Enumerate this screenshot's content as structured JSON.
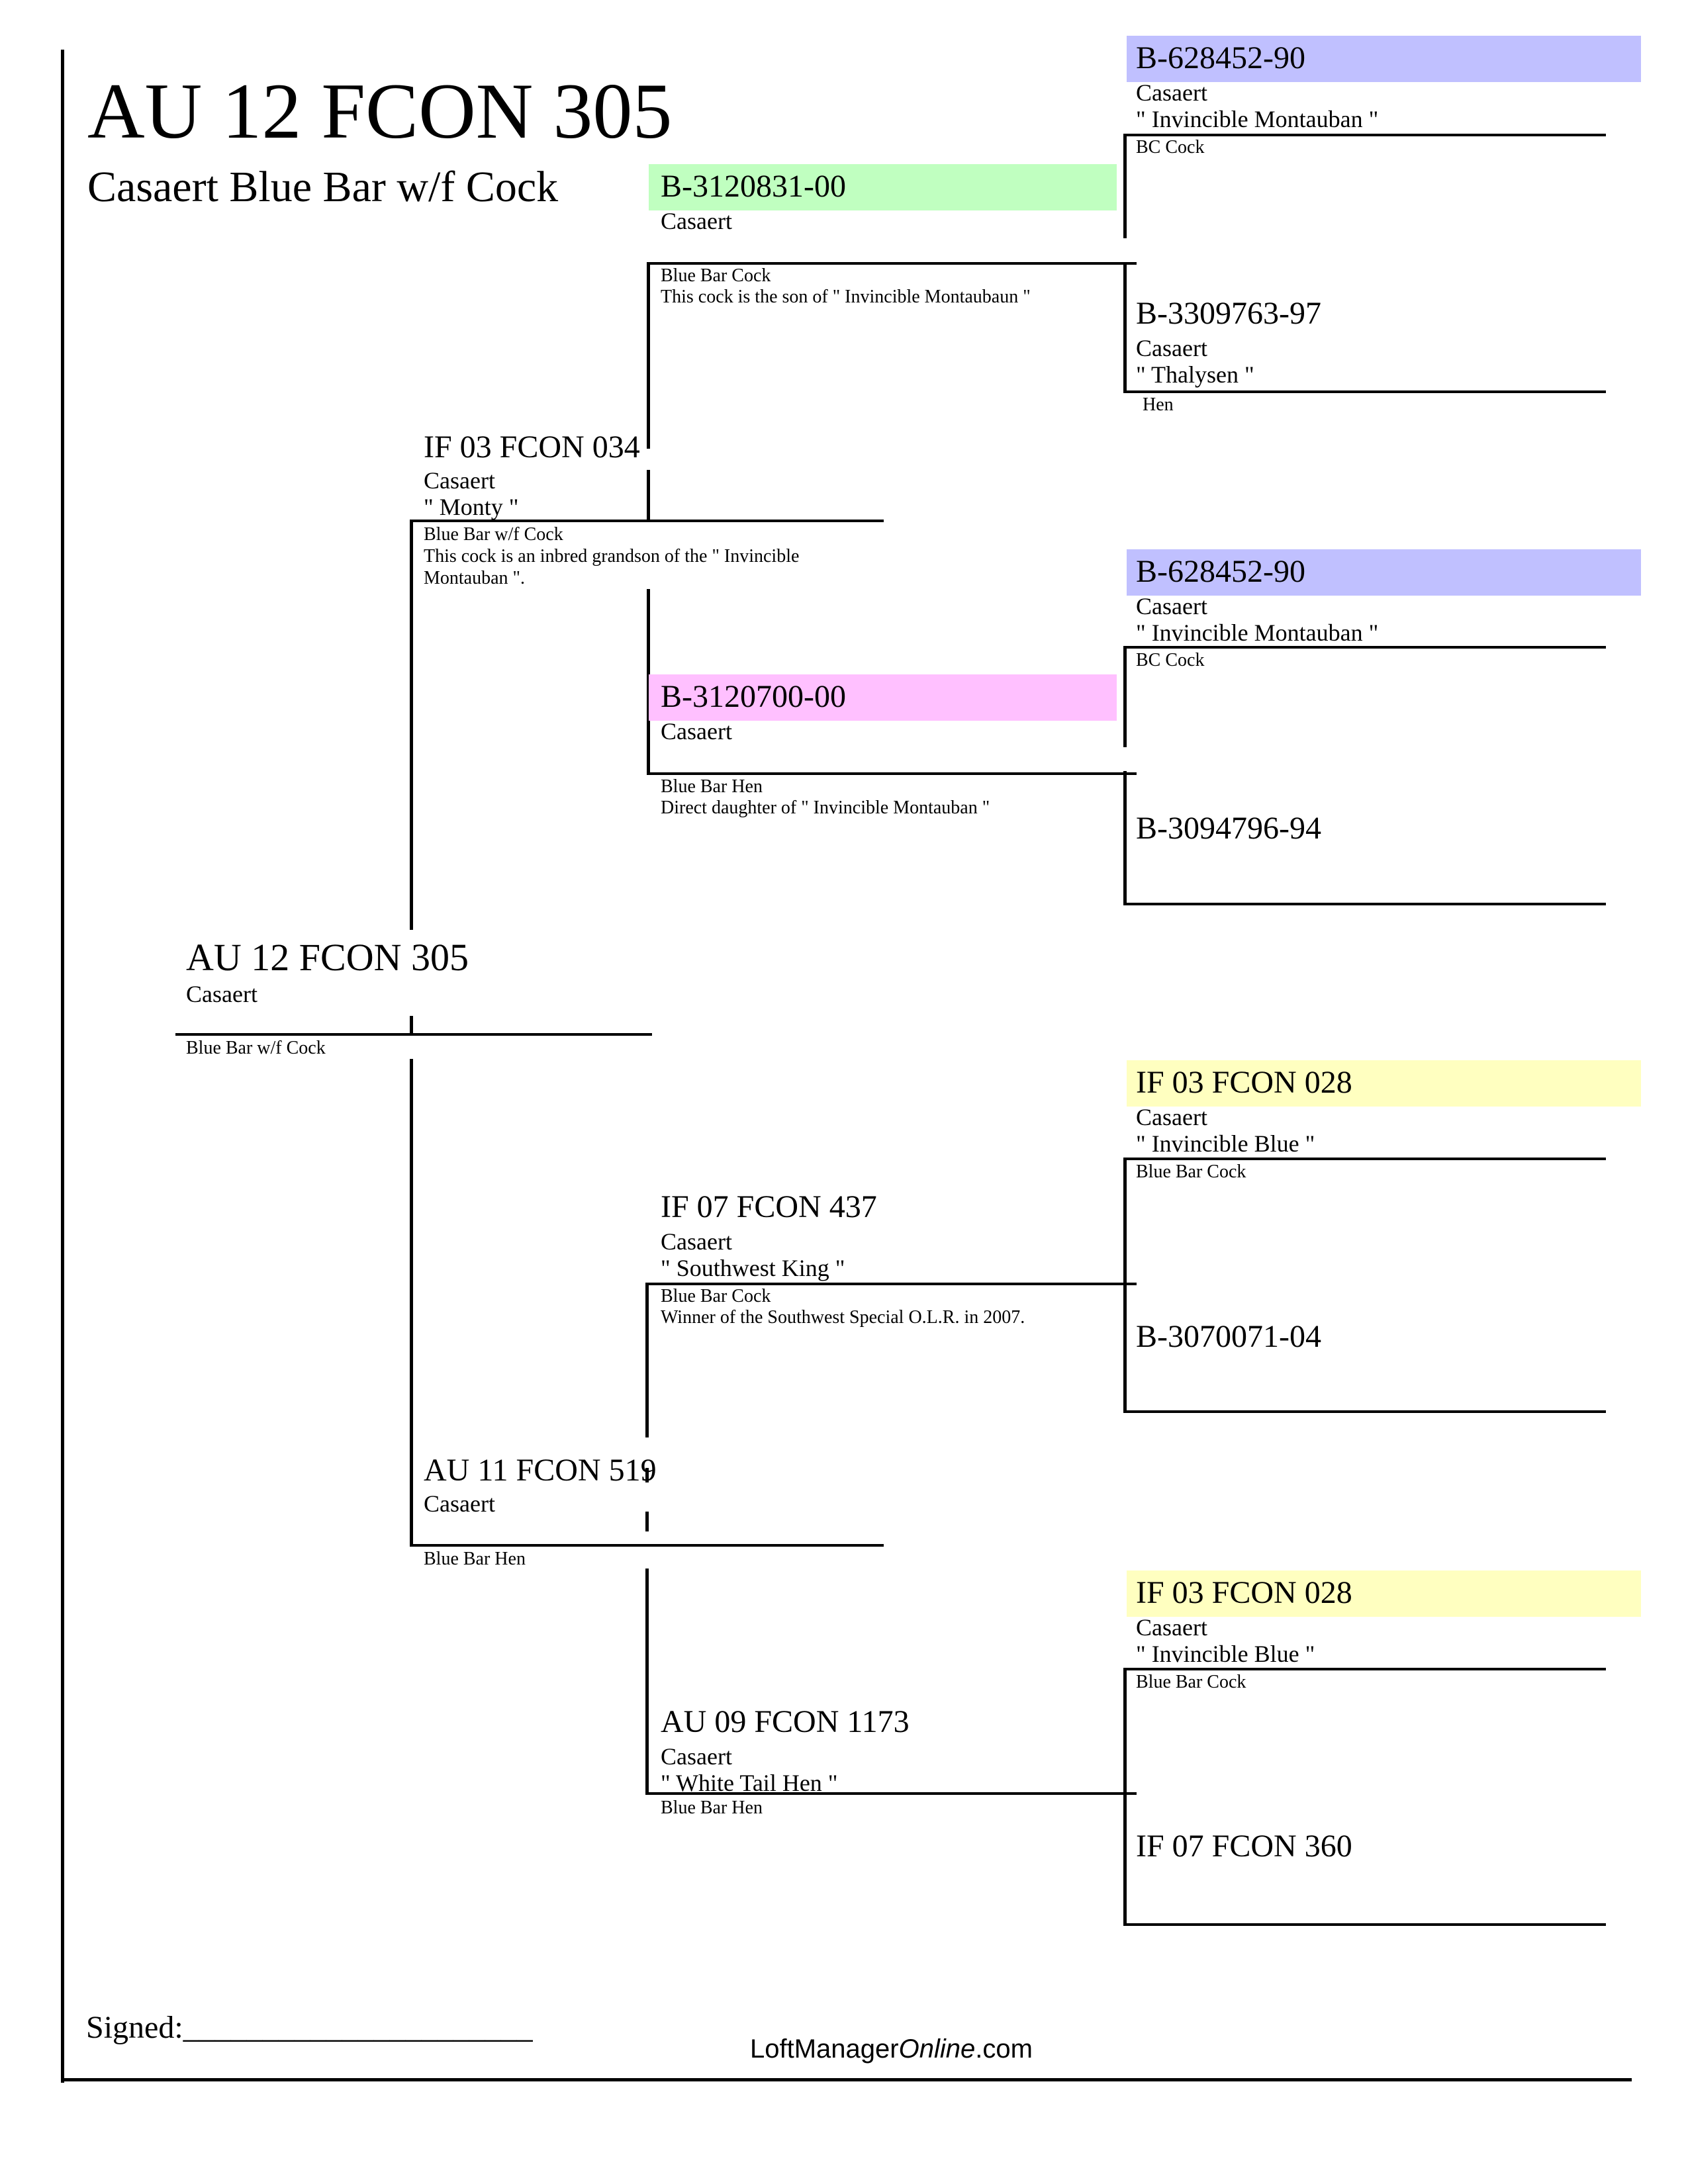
{
  "header": {
    "band_number": "AU 12 FCON 305",
    "subtitle": "Casaert Blue Bar w/f Cock"
  },
  "colors": {
    "sire_line_highlight": "#C0FFC0",
    "dam_line_highlight": "#FFC0FF",
    "invincible_montauban_highlight": "#C0C0FF",
    "invincible_blue_highlight": "#FFFFC0",
    "line": "#000000"
  },
  "subject": {
    "band": "AU 12 FCON 305",
    "strain": "Casaert",
    "color_sex": "Blue Bar w/f Cock"
  },
  "sire": {
    "band": "IF 03 FCON 034",
    "strain": "Casaert",
    "name": "\" Monty \"",
    "color_sex": "Blue Bar w/f Cock",
    "notes": [
      "This cock is an inbred grandson of the \" Invincible",
      "Montauban \"."
    ]
  },
  "dam": {
    "band": "AU 11 FCON 519",
    "strain": "Casaert",
    "color_sex": "Blue Bar Hen"
  },
  "sire_sire": {
    "band": "B-3120831-00",
    "strain": "Casaert",
    "color_sex": "Blue Bar Cock",
    "notes": "This cock is the son of \" Invincible Montaubaun \""
  },
  "sire_dam": {
    "band": "B-3120700-00",
    "strain": "Casaert",
    "color_sex": "Blue Bar Hen",
    "notes": "Direct daughter of \" Invincible Montauban \""
  },
  "dam_sire": {
    "band": "IF 07 FCON 437",
    "strain": "Casaert",
    "name": "\" Southwest King \"",
    "color_sex": "Blue Bar Cock",
    "notes": "Winner of the Southwest Special O.L.R. in 2007."
  },
  "dam_dam": {
    "band": "AU 09 FCON 1173",
    "strain": "Casaert",
    "name": "\" White Tail Hen \"",
    "color_sex": "Blue Bar Hen"
  },
  "gen3": [
    {
      "band": "B-628452-90",
      "strain": "Casaert",
      "name": "\" Invincible Montauban \"",
      "color_sex": "BC Cock"
    },
    {
      "band": "B-3309763-97",
      "strain": "Casaert",
      "name": "\" Thalysen \"",
      "color_sex": "Hen"
    },
    {
      "band": "B-628452-90",
      "strain": "Casaert",
      "name": "\" Invincible Montauban \"",
      "color_sex": "BC Cock"
    },
    {
      "band": "B-3094796-94"
    },
    {
      "band": "IF 03 FCON 028",
      "strain": "Casaert",
      "name": "\" Invincible Blue \"",
      "color_sex": "Blue Bar Cock"
    },
    {
      "band": "B-3070071-04"
    },
    {
      "band": "IF 03 FCON 028",
      "strain": "Casaert",
      "name": "\" Invincible Blue \"",
      "color_sex": "Blue Bar Cock"
    },
    {
      "band": "IF 07 FCON 360"
    }
  ],
  "footer": {
    "signed_label": "Signed:",
    "signature_line": "______________________",
    "brand_prefix": "LoftManager",
    "brand_italic": "Online",
    "brand_suffix": ".com"
  }
}
